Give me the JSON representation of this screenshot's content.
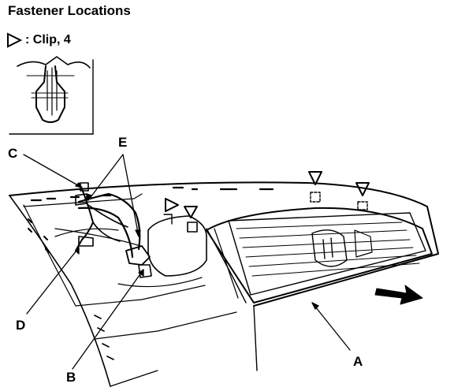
{
  "title": "Fastener Locations",
  "legend": {
    "symbol": "triangle-outline-icon",
    "text": ": Clip, 4"
  },
  "callouts": {
    "a": "A",
    "b": "B",
    "c": "C",
    "d": "D",
    "e": "E"
  }
}
